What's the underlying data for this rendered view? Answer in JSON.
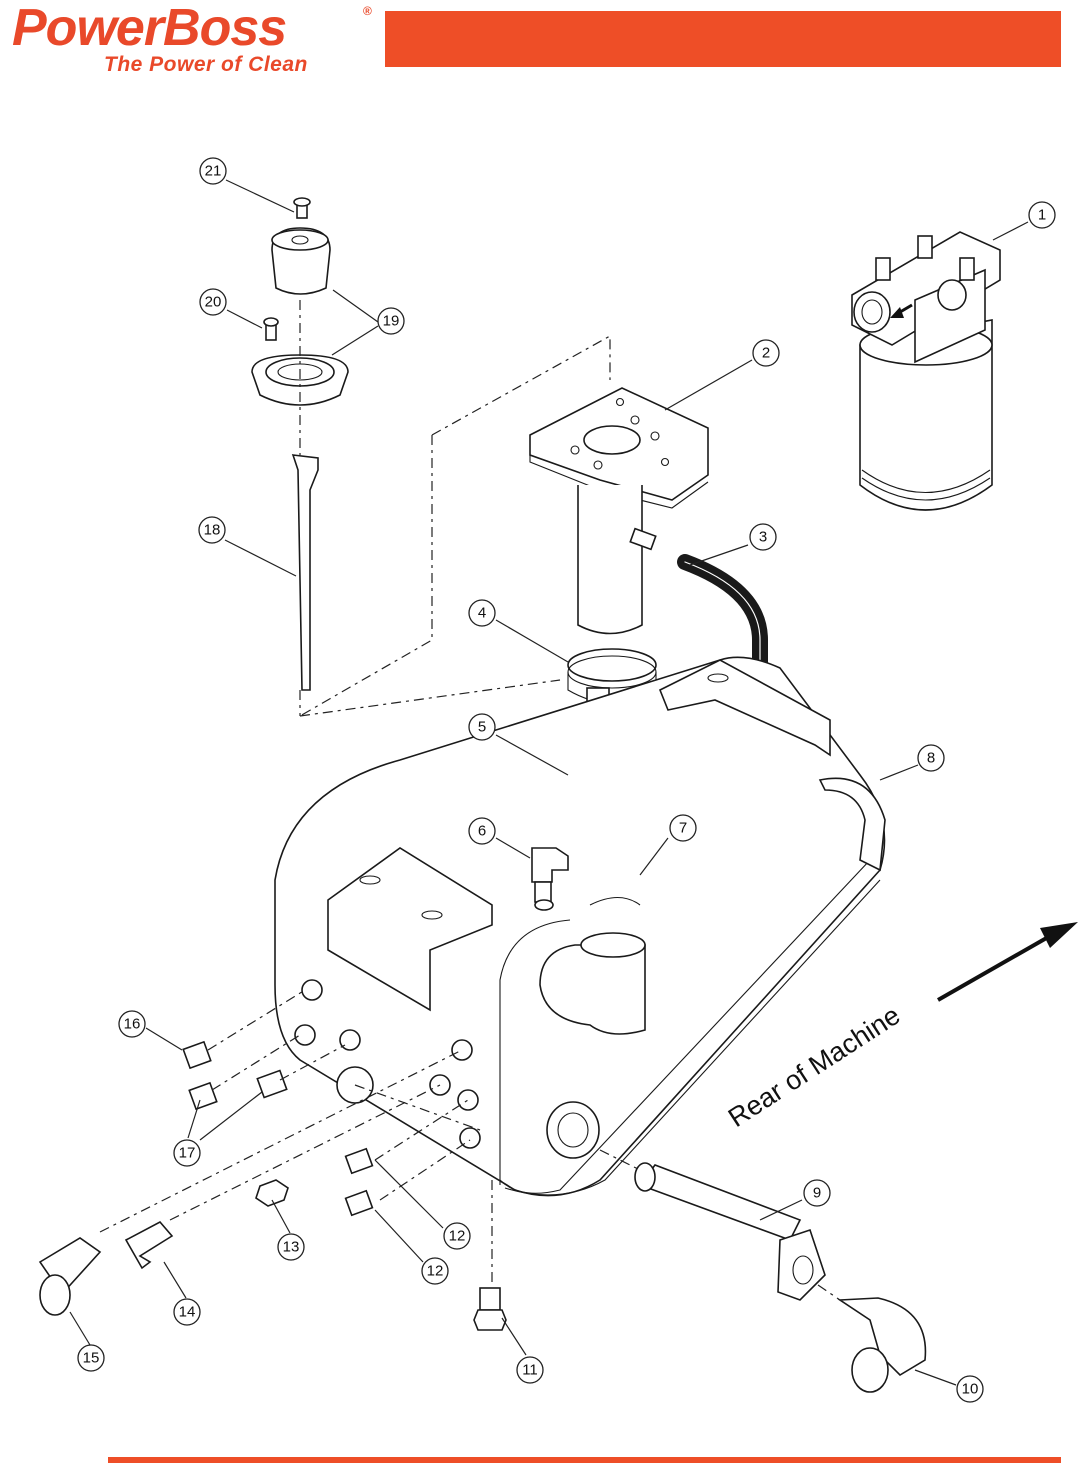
{
  "brand": {
    "name": "PowerBoss",
    "registered_mark": "®",
    "tagline": "The Power of Clean",
    "color": "#ee4e27"
  },
  "diagram": {
    "direction_label": "Rear of Machine",
    "callouts": [
      {
        "id": "c1",
        "label": "1"
      },
      {
        "id": "c2",
        "label": "2"
      },
      {
        "id": "c3",
        "label": "3"
      },
      {
        "id": "c4",
        "label": "4"
      },
      {
        "id": "c5",
        "label": "5"
      },
      {
        "id": "c6",
        "label": "6"
      },
      {
        "id": "c7",
        "label": "7"
      },
      {
        "id": "c8",
        "label": "8"
      },
      {
        "id": "c9",
        "label": "9"
      },
      {
        "id": "c10",
        "label": "10"
      },
      {
        "id": "c11",
        "label": "11"
      },
      {
        "id": "c12a",
        "label": "12"
      },
      {
        "id": "c12b",
        "label": "12"
      },
      {
        "id": "c13",
        "label": "13"
      },
      {
        "id": "c14",
        "label": "14"
      },
      {
        "id": "c15",
        "label": "15"
      },
      {
        "id": "c16",
        "label": "16"
      },
      {
        "id": "c17",
        "label": "17"
      },
      {
        "id": "c18",
        "label": "18"
      },
      {
        "id": "c19",
        "label": "19"
      },
      {
        "id": "c20",
        "label": "20"
      },
      {
        "id": "c21",
        "label": "21"
      }
    ]
  }
}
